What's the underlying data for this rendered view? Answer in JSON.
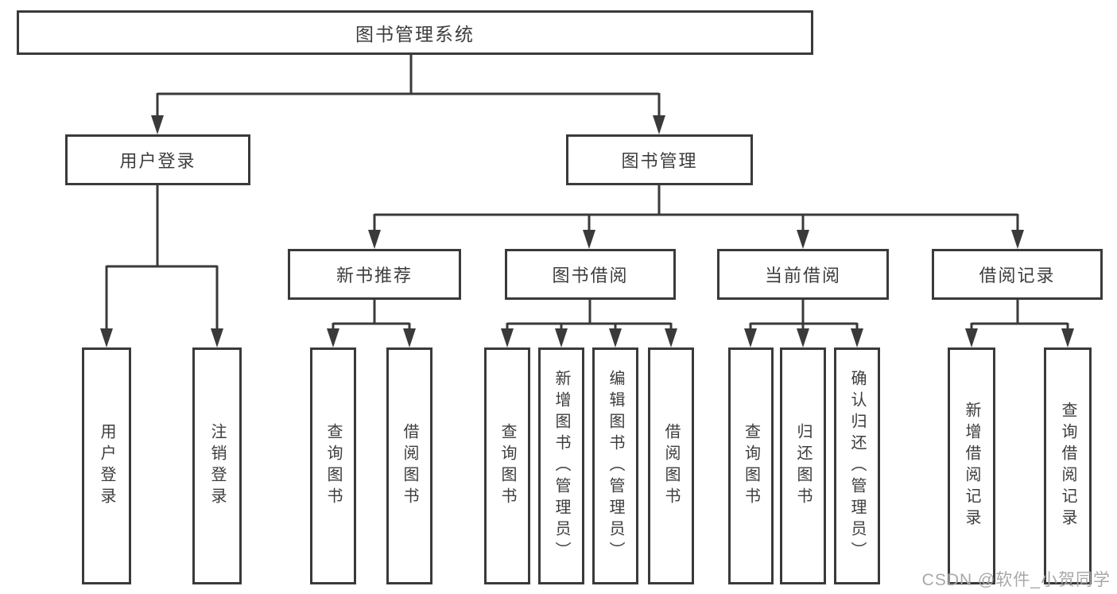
{
  "diagram": {
    "root": {
      "label": "图书管理系统"
    },
    "level2": [
      {
        "label": "用户登录"
      },
      {
        "label": "图书管理"
      }
    ],
    "level3": [
      {
        "label": "新书推荐"
      },
      {
        "label": "图书借阅"
      },
      {
        "label": "当前借阅"
      },
      {
        "label": "借阅记录"
      }
    ],
    "leaves": [
      {
        "label": "用户登录"
      },
      {
        "label": "注销登录"
      },
      {
        "label": "查询图书"
      },
      {
        "label": "借阅图书"
      },
      {
        "label": "查询图书"
      },
      {
        "label": "新增图书（管理员）"
      },
      {
        "label": "编辑图书（管理员）"
      },
      {
        "label": "借阅图书"
      },
      {
        "label": "查询图书"
      },
      {
        "label": "归还图书"
      },
      {
        "label": "确认归还（管理员）"
      },
      {
        "label": "新增借阅记录"
      },
      {
        "label": "查询借阅记录"
      }
    ],
    "watermark": "CSDN @软件_小贺同学",
    "colors": {
      "line": "#3a3a3a",
      "text": "#3d3d3d",
      "watermark": "#a8a8a8",
      "background": "#ffffff"
    }
  }
}
